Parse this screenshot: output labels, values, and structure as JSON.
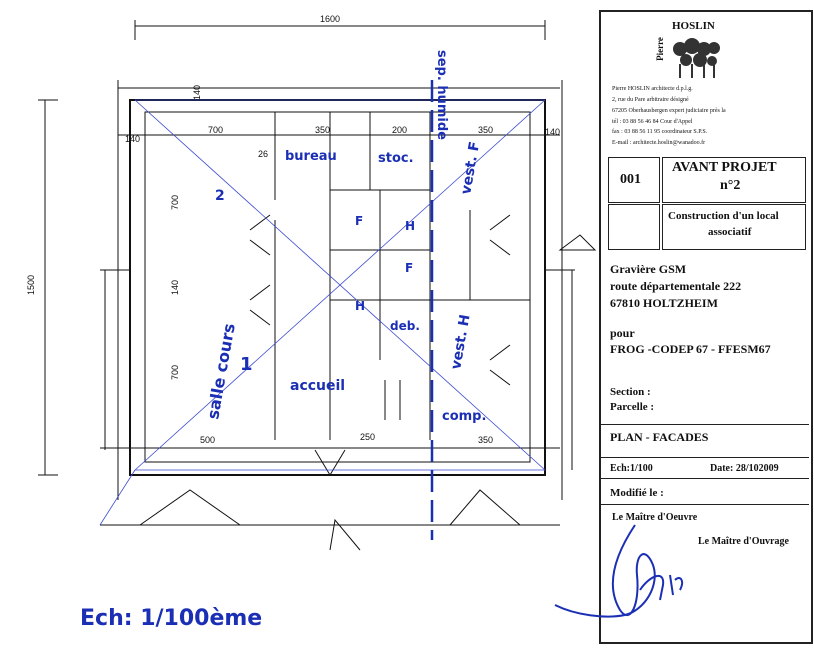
{
  "plan": {
    "overall_width": "1600",
    "overall_height": "1500",
    "hand_labels": {
      "bureau": "bureau",
      "stoc": "stoc.",
      "vest_f": "vest. F",
      "salle_cours": "salle cours",
      "salle_num": "1",
      "accueil": "accueil",
      "deb": "deb.",
      "vest_h": "vest. H",
      "comp": "comp.",
      "sep_humide": "sep. humide",
      "wc_h": "H",
      "wc_f": "F",
      "wc_f2": "F",
      "wc_h2": "H",
      "room_num": "2"
    },
    "dims": {
      "d140_a": "140",
      "d700": "700",
      "d350": "350",
      "d200": "200",
      "d350_b": "350",
      "d140_b": "140",
      "d700_left": "700",
      "d140_left": "140",
      "d700_left2": "700",
      "d500": "500",
      "d250": "250",
      "d350_c": "350",
      "d26": "26",
      "d140_c": "140"
    },
    "scale_handwritten": "Ech: 1/100ème"
  },
  "title_block": {
    "architect_logo_name": "HOSLIN",
    "architect_logo_first": "Pierre",
    "architect_info": [
      "Pierre HOSLIN architecte d.p.l.g.",
      "2, rue du Pare arbitraire désigné",
      "67205 Oberhausbergen expert judiciaire près la",
      "tél : 03 88 56 46 84 Cour d'Appel",
      "fax : 03 88 56 11 95 coordinateur S.P.S.",
      "E-mail : architecte.hoslin@wanadoo.fr"
    ],
    "project_number": "001",
    "project_stage_line1": "AVANT PROJET",
    "project_stage_line2": "n°2",
    "project_desc_line1": "Construction d'un local",
    "project_desc_line2": "associatif",
    "address_line1": "Gravière GSM",
    "address_line2": "route départementale 222",
    "address_line3": "67810 HOLTZHEIM",
    "pour_label": "pour",
    "client": "FROG -CODEP 67 - FFESM67",
    "section_label": "Section :",
    "parcelle_label": "Parcelle :",
    "drawing_title": "PLAN - FACADES",
    "scale": "Ech:1/100",
    "date": "Date: 28/102009",
    "modified_label": "Modifié le :",
    "maitre_oeuvre": "Le Maître d'Oeuvre",
    "maitre_ouvrage": "Le Maître d'Ouvrage"
  }
}
